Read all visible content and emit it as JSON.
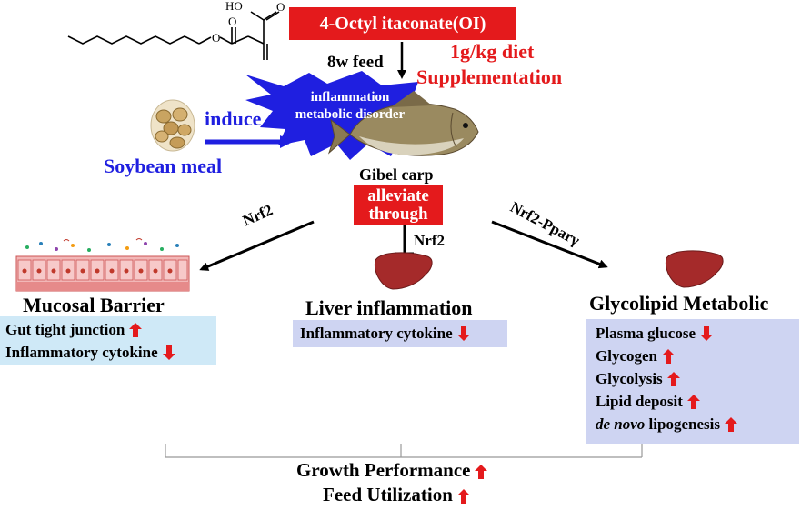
{
  "compound": {
    "name": "4-Octyl itaconate(OI)",
    "ho_label": "HO",
    "dose": "1g/kg diet",
    "supplementation": "Supplementation",
    "feed_duration": "8w feed"
  },
  "stressor": {
    "induce": "induce",
    "source": "Soybean meal",
    "burst_line1": "inflammation",
    "burst_line2": "metabolic disorder"
  },
  "fish": {
    "name": "Gibel carp",
    "alleviate_line1": "alleviate",
    "alleviate_line2": "through"
  },
  "pathways": {
    "left": "Nrf2",
    "center": "Nrf2",
    "right": "Nrf2-Pparγ"
  },
  "sections": {
    "mucosal": {
      "title": "Mucosal Barrier",
      "items": [
        {
          "text": "Gut tight junction",
          "direction": "up"
        },
        {
          "text": "Inflammatory cytokine",
          "direction": "down"
        }
      ]
    },
    "liver": {
      "title": "Liver inflammation",
      "items": [
        {
          "text": "Inflammatory cytokine",
          "direction": "down"
        }
      ]
    },
    "glycolipid": {
      "title": "Glycolipid Metabolic",
      "items": [
        {
          "text": "Plasma glucose",
          "direction": "down"
        },
        {
          "text": "Glycogen",
          "direction": "up"
        },
        {
          "text": "Glycolysis",
          "direction": "up"
        },
        {
          "text": "Lipid deposit",
          "direction": "up"
        },
        {
          "text_italic": "de novo",
          "text": " lipogenesis",
          "direction": "up"
        }
      ]
    }
  },
  "outcomes": [
    {
      "text": "Growth Performance",
      "direction": "up"
    },
    {
      "text": "Feed Utilization",
      "direction": "up"
    }
  ],
  "colors": {
    "accent_red": "#e41a1c",
    "blue": "#1f1fe0",
    "panel_lavender": "#ced4f2",
    "panel_lightblue": "#cfe9f7",
    "liver": "#a52a2a"
  }
}
